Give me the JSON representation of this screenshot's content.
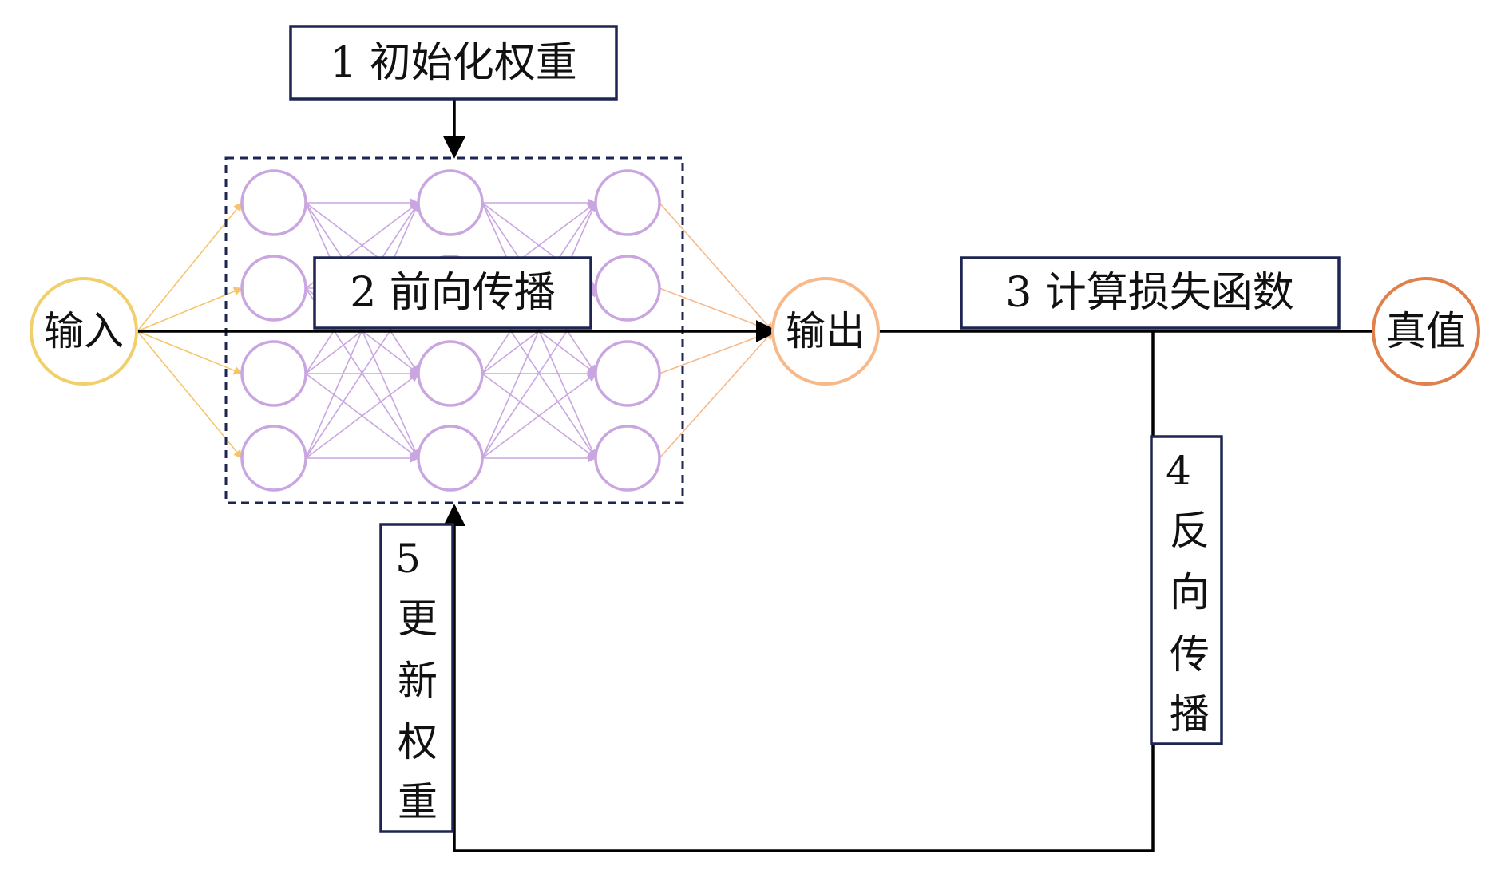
{
  "colors": {
    "neuron": "#c9a6e0",
    "hidden_edge": "#c9a6e0",
    "input_edge": "#f5c56a",
    "output_edge": "#f7b98a",
    "input_node": "#f3cf6b",
    "output_node": "#f7b98a",
    "truth_node": "#e0804a",
    "box_border": "#1d2550",
    "dashed_border": "#1d2550",
    "line": "#000000"
  },
  "nodes": {
    "input": "输入",
    "output": "输出",
    "truth": "真值"
  },
  "steps": {
    "init_weights": "1 初始化权重",
    "forward": "2 前向传播",
    "loss": "3 计算损失函数",
    "backprop": [
      "4",
      "反",
      "向",
      "传",
      "播"
    ],
    "update": [
      "5",
      "更",
      "新",
      "权",
      "重"
    ]
  },
  "network": {
    "layers": 3,
    "neurons_per_layer": 4
  }
}
